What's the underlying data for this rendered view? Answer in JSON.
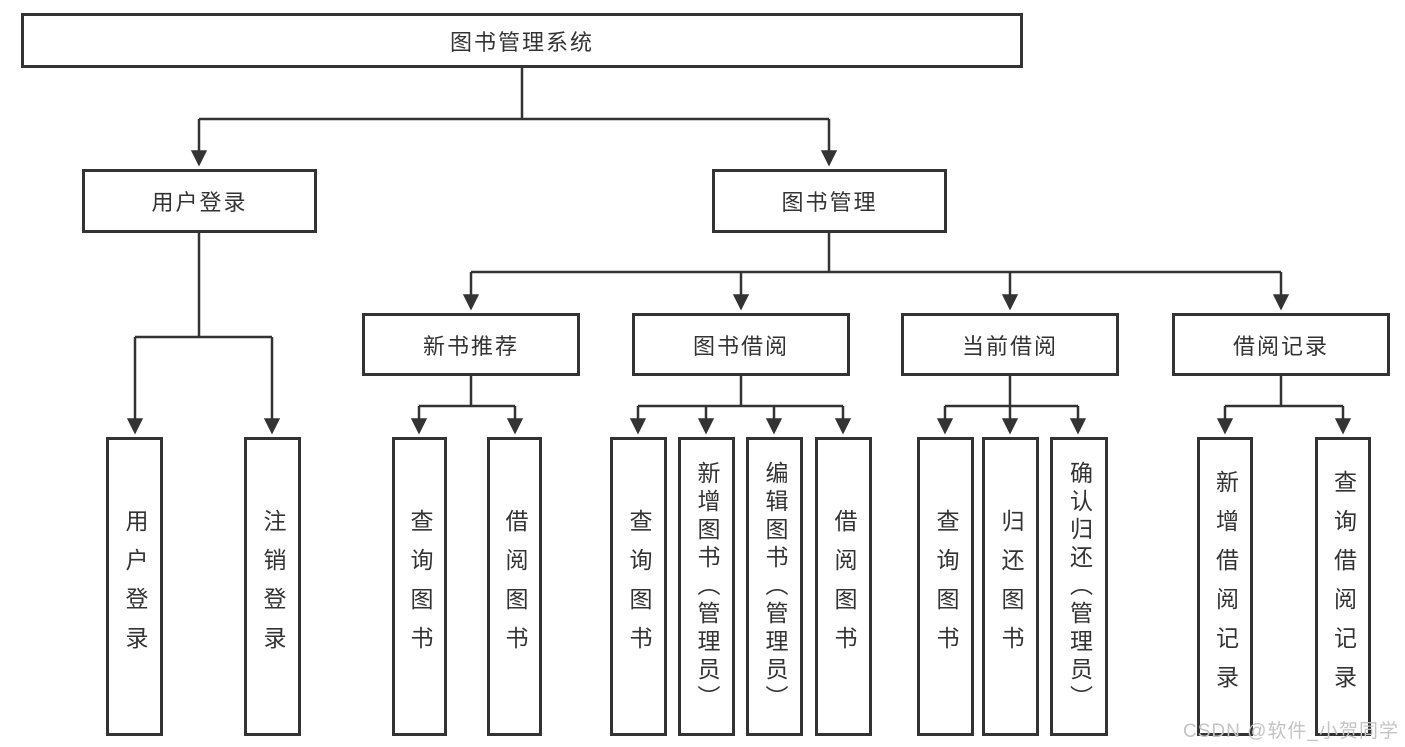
{
  "diagram": {
    "root": {
      "label": "图书管理系统"
    },
    "level2": [
      {
        "label": "用户登录",
        "leaves": [
          {
            "label": "用户登录"
          },
          {
            "label": "注销登录"
          }
        ]
      },
      {
        "label": "图书管理",
        "sections": [
          {
            "label": "新书推荐",
            "leaves": [
              {
                "label": "查询图书"
              },
              {
                "label": "借阅图书"
              }
            ]
          },
          {
            "label": "图书借阅",
            "leaves": [
              {
                "label": "查询图书"
              },
              {
                "label": "新增图书（管理员）"
              },
              {
                "label": "编辑图书（管理员）"
              },
              {
                "label": "借阅图书"
              }
            ]
          },
          {
            "label": "当前借阅",
            "leaves": [
              {
                "label": "查询图书"
              },
              {
                "label": "归还图书"
              },
              {
                "label": "确认归还（管理员）"
              }
            ]
          },
          {
            "label": "借阅记录",
            "leaves": [
              {
                "label": "新增借阅记录"
              },
              {
                "label": "查询借阅记录"
              }
            ]
          }
        ]
      }
    ]
  },
  "watermark": {
    "text": "CSDN @软件_小贺同学"
  },
  "colors": {
    "line": "#333333",
    "text": "#333333",
    "background": "#ffffff",
    "watermark": "#c4c4c4"
  }
}
